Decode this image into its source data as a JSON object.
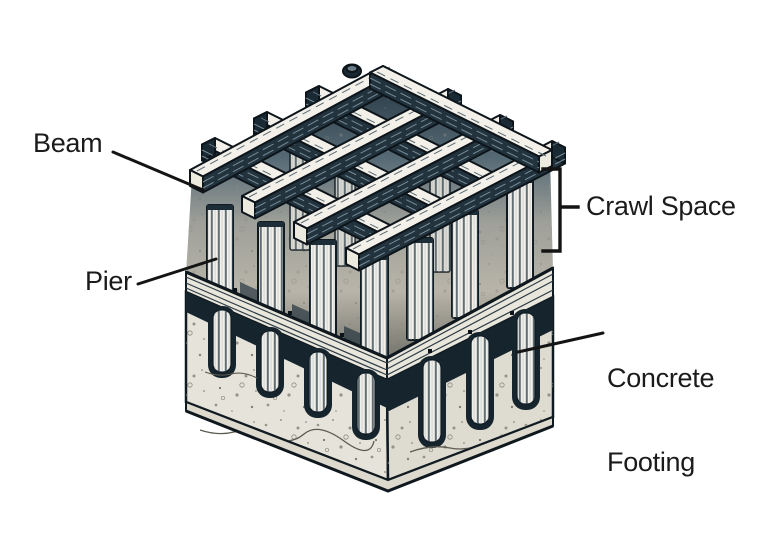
{
  "diagram": {
    "labels": {
      "beam": "Beam",
      "pier": "Pier",
      "crawl_space": "Crawl Space",
      "concrete_footing_line1": "Concrete",
      "concrete_footing_line2": "Footing"
    },
    "colors": {
      "background": "#ffffff",
      "ink_outline": "#101a21",
      "dark_fill": "#1b2b35",
      "wood_light": "#f2f0e8",
      "concrete": "#e6e3da",
      "speckle": "#8d8a7f",
      "leader_line": "#141414",
      "label_text": "#1b1b1b"
    }
  }
}
